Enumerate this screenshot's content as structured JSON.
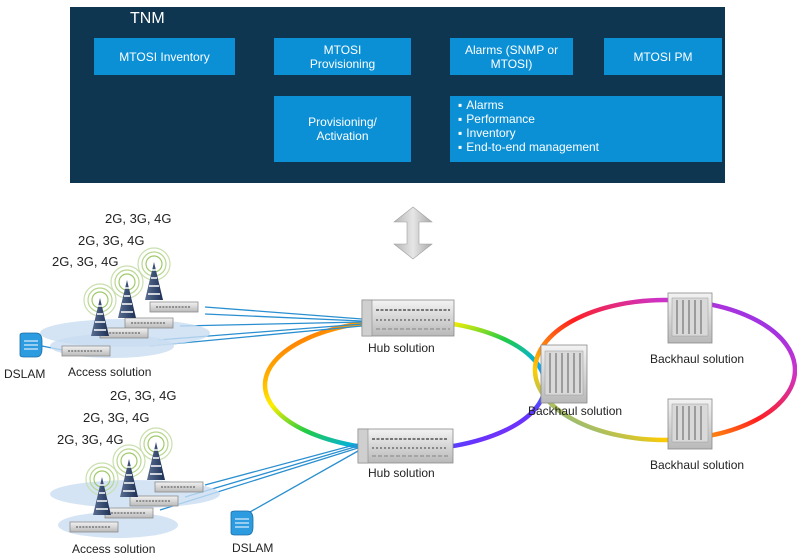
{
  "tnm": {
    "title": "TNM",
    "boxes": {
      "inventory": "MTOSI Inventory",
      "provisioning": "MTOSI\nProvisioning",
      "alarms": "Alarms (SNMP or\nMTOSI)",
      "pm": "MTOSI PM",
      "activation": "Provisioning/\nActivation"
    },
    "bullets": [
      "Alarms",
      "Performance",
      "Inventory",
      "End-to-end management"
    ]
  },
  "labels": {
    "dslam_top": "DSLAM",
    "access_top": "Access solution",
    "access_bottom": "Access solution",
    "dslam_bottom": "DSLAM",
    "hub_top": "Hub solution",
    "hub_bottom": "Hub solution",
    "backhaul_left": "Backhaul solution",
    "backhaul_top_right": "Backhaul solution",
    "backhaul_bottom_right": "Backhaul solution"
  },
  "gen_labels": {
    "top": [
      "2G, 3G, 4G",
      "2G, 3G, 4G",
      "2G, 3G, 4G"
    ],
    "bottom": [
      "2G, 3G, 4G",
      "2G, 3G, 4G",
      "2G, 3G, 4G"
    ]
  },
  "colors": {
    "panel": "#0e3651",
    "box": "#0b90d6",
    "link": "#2a8fd0"
  }
}
